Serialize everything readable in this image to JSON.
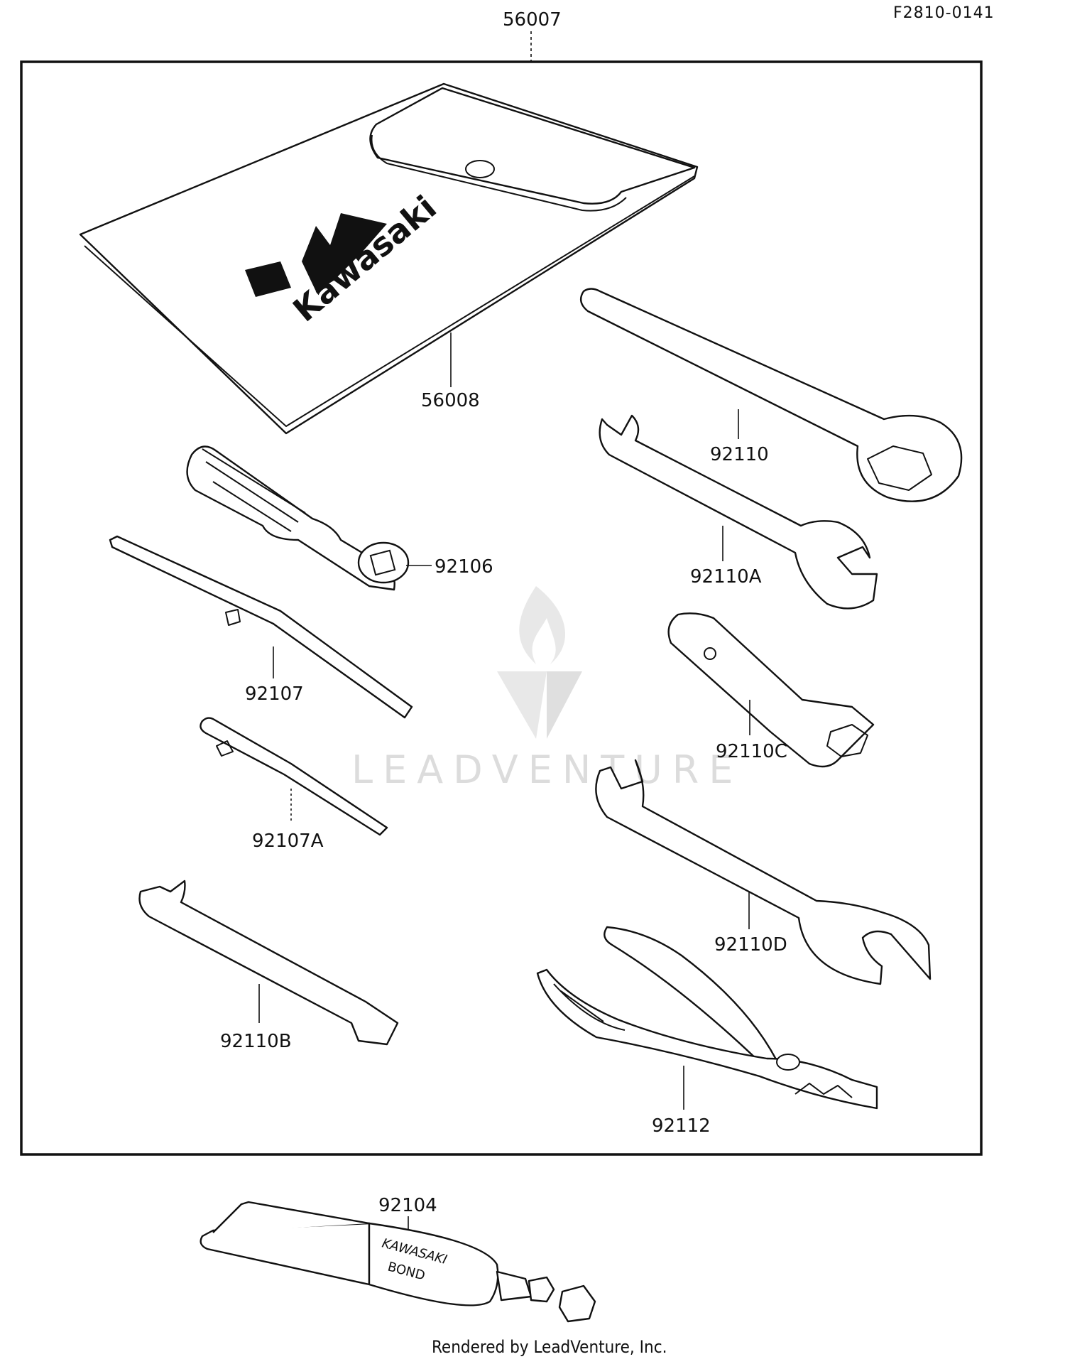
{
  "document_ref": "F2810-0141",
  "assembly_label": "56007",
  "parts": [
    {
      "id": "56008"
    },
    {
      "id": "92110"
    },
    {
      "id": "92110A"
    },
    {
      "id": "92106"
    },
    {
      "id": "92107"
    },
    {
      "id": "92110C"
    },
    {
      "id": "92107A"
    },
    {
      "id": "92110D"
    },
    {
      "id": "92110B"
    },
    {
      "id": "92112"
    },
    {
      "id": "92104"
    }
  ],
  "logo_text": "Kawasaki",
  "tube_text_1": "KAWASAKI",
  "tube_text_2": "BOND",
  "watermark": "LEADVENTURE",
  "footer": "Rendered by LeadVenture, Inc."
}
